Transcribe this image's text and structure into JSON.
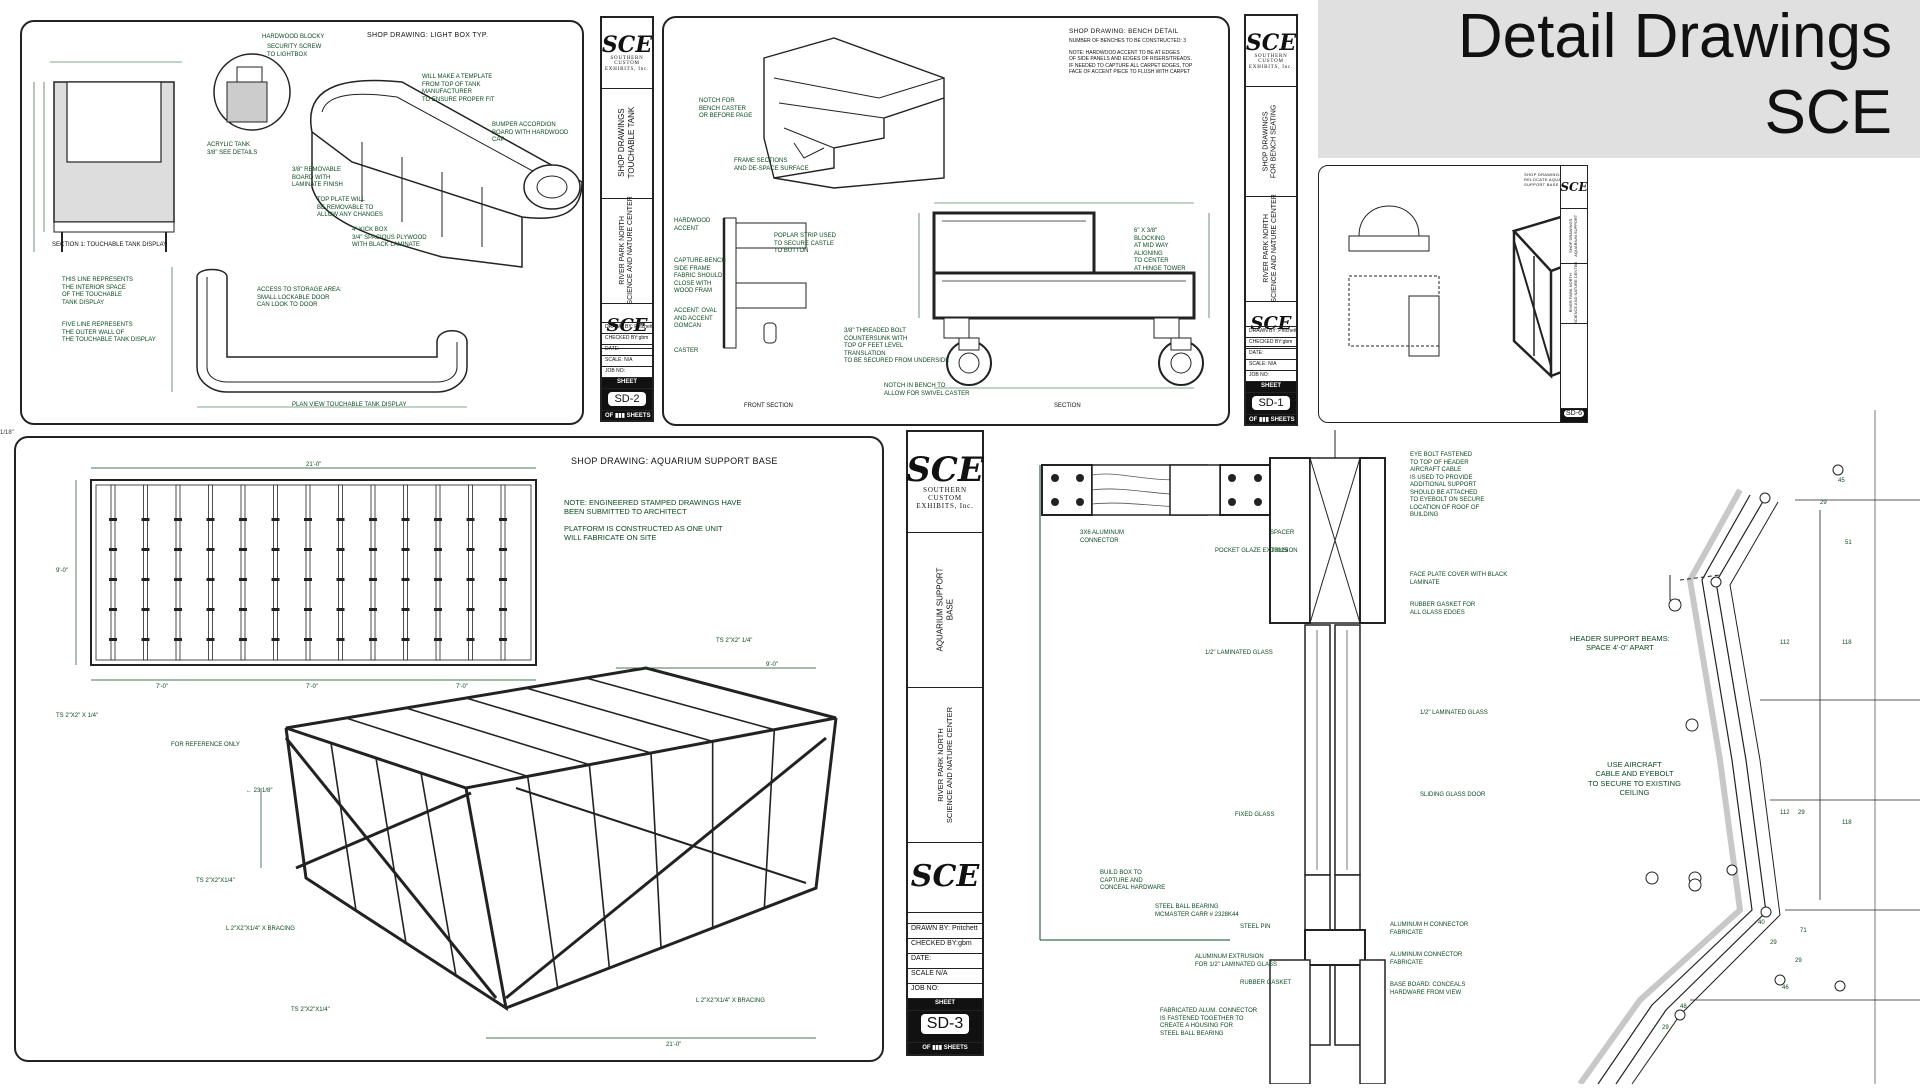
{
  "banner": {
    "line1": "Detail Drawings",
    "line2": "SCE"
  },
  "company": {
    "mono": "SCE",
    "name": "SOUTHERN\nCUSTOM\nEXHIBITS, Inc."
  },
  "project": "RIVER PARK NORTH\nSCIENCE AND NATURE CENTER",
  "sheet_label": "SHEET",
  "of_sheets": "OF ▮▮▮ SHEETS",
  "sd2": {
    "title": "SHOP DRAWING: LIGHT BOX TYP.",
    "vertical": "SHOP DRAWINGS\nTOUCHABLE TANK",
    "drawn": "DRAWN BY: Pritchett",
    "checked": "CHECKED BY:gbm",
    "date": "DATE:",
    "scale": "SCALE: N/A",
    "job": "JOB NO:",
    "sheet": "SD-2",
    "section_label": "SECTION 1: TOUCHABLE TANK DISPLAY",
    "plan_label": "PLAN VIEW TOUCHABLE TANK DISPLAY",
    "notes": [
      "HARDWOOD BLOCKY",
      "SECURITY SCREW\nTO LIGHTBOX",
      "ACRYLIC TANK\n3/8\" SEE DETAILS",
      "3/8\" REMOVABLE\nBOARD WITH\nLAMINATE FINISH",
      "TOP PLATE WILL\nBE REMOVABLE TO\nALLOW ANY CHANGES",
      "4\" KICK BOX\n3/4\" SPACIOUS PLYWOOD\nWITH BLACK LAMINATE",
      "WILL MAKE A TEMPLATE\nFROM TOP OF TANK\nMANUFACTURER\nTO ENSURE PROPER FIT",
      "BUMPER ACCORDION\nBOARD WITH HARDWOOD CAP",
      "THIS LINE REPRESENTS\nTHE INTERIOR SPACE\nOF THE TOUCHABLE\nTANK DISPLAY",
      "ACCESS TO STORAGE AREA:\nSMALL LOCKABLE DOOR\nCAN LOOK TO DOOR",
      "FIVE LINE REPRESENTS\nTHE OUTER WALL OF\nTHE TOUCHABLE TANK DISPLAY"
    ]
  },
  "sd1": {
    "title": "SHOP DRAWING: BENCH DETAIL",
    "subtitle": "NUMBER OF BENCHES TO BE CONSTRUCTED: 3",
    "vertical": "SHOP DRAWINGS\nFOR BENCH SEATING",
    "drawn": "DRAWN BY: Pritchett",
    "checked": "CHECKED BY:gbm",
    "date": "DATE:",
    "scale": "SCALE: N/A",
    "job": "JOB NO:",
    "sheet": "SD-1",
    "notes": [
      "NOTE: HARDWOOD ACCENT TO BE AT EDGES\nOF SIDE PANELS AND EDGES OF RISERS/TREADS.\nIF NEEDED TO CAPTURE ALL CARPET EDGES, TOP\nFACE OF ACCENT PIECE TO FLUSH WITH CARPET",
      "NOTCH FOR\nBENCH CASTER\nOR BEFORE PAGE",
      "FRAME SECTIONS\nAND DE-SPACE SURFACE",
      "HARDWOOD\nACCENT",
      "POPLAR STRIP USED\nTO SECURE CASTLE\nTO BUTTON",
      "CAPTURE-BENCH\nSIDE FRAME\nFABRIC SHOULD\nCLOSE WITH\nWOOD FRAM",
      "ACCENT: OVAL\nAND ACCENT\nGOMCAN",
      "CASTER",
      "3/8\" THREADED BOLT\nCOUNTERSUNK WITH\nTOP OF FEET LEVEL\nTRANSLATION\nTO BE SECURED FROM UNDERSIDE",
      "NOTCH IN BENCH TO\nALLOW FOR SWIVEL CASTER",
      "6\" X 3/8\"\nBLOCKING\nAT MID WAY\nALIGNING\nTO CENTER\nAT HINGE TOWER",
      "FRONT SECTION",
      "SECTION"
    ]
  },
  "sd6": {
    "title": "SHOP DRAWING: RELOCATE AQUARIUM SUPPORT BASE",
    "vertical": "SHOP DRAWINGS\nAQUARIUM SUPPORT",
    "project_vertical": "RIVER PARK NORTH\nSCIENCE AND NATURE CENTER",
    "sheet": "SD-6"
  },
  "sd3": {
    "title": "SHOP DRAWING: AQUARIUM SUPPORT BASE",
    "vertical": "AQUARIUM SUPPORT\nBASE",
    "project_vertical": "RIVER PARK NORTH\nSCIENCE AND NATURE CENTER",
    "drawn": "DRAWN BY: Pritchett",
    "checked": "CHECKED BY:gbm",
    "date": "DATE:",
    "scale": "SCALE    N/A",
    "job": "JOB NO:",
    "sheet": "SD-3",
    "note1": "NOTE: ENGINEERED STAMPED DRAWINGS HAVE\nBEEN SUBMITTED TO ARCHITECT",
    "note2": "PLATFORM IS CONSTRUCTED AS ONE UNIT\nWILL FABRICATE ON SITE",
    "labels": {
      "top_width": "21'-0\"",
      "height": "9'-0\"",
      "bottom_dims": "7'-0\"",
      "ts_side": "TS 2\"X2\" X 1/4\"",
      "ts_top": "TS 2\"X2\" 1/4\"",
      "nine": "9'-0\"",
      "ref": "FOR REFERENCE ONLY",
      "height_iso": "← 23 1/8\"",
      "ts_iso1": "TS 2\"X2\"X1/4\"",
      "bracing1": "L 2\"X2\"X1/4\" X BRACING",
      "bracing2": "L 2\"X2\"X1/4\" X BRACING",
      "ts_iso2": "TS 2\"X2\"X1/4\"",
      "bottom_width": "21'-0\""
    }
  },
  "door_detail": {
    "labels": [
      "3X6 ALUMINUM\nCONNECTOR",
      "SPACER",
      "POCKET GLAZE EXTRUSION",
      "D3025",
      "EYE BOLT FASTENED\nTO TOP OF HEADER\nAIRCRAFT CABLE\nIS USED TO PROVIDE\nADDITIONAL SUPPORT\nSHOULD BE ATTACHED\nTO EYEBOLT ON SECURE\nLOCATION OF ROOF OF\nBUILDING",
      "FACE PLATE COVER WITH BLACK\nLAMINATE",
      "RUBBER GASKET FOR\nALL GLASS EDGES",
      "1/2\" LAMINATED GLASS",
      "1/2\" LAMINATED GLASS",
      "SLIDING GLASS DOOR",
      "FIXED GLASS",
      "BUILD BOX TO\nCAPTURE AND\nCONCEAL HARDWARE",
      "STEEL BALL BEARING\nMCMASTER CARR # 2328K44",
      "STEEL PIN",
      "ALUMINUM H CONNECTOR\nFABRICATE",
      "ALUMINUM EXTRUSION\nFOR 1/2\" LAMINATED GLASS",
      "ALUMINUM CONNECTOR\nFABRICATE",
      "RUBBER GASKET",
      "BASE BOARD: CONCEALS\nHARDWARE FROM VIEW",
      "FABRICATED ALUM. CONNECTOR\nIS FASTENED TOGETHER TO\nCREATE A HOUSING FOR\nSTEEL BALL BEARING"
    ]
  },
  "plan_detail": {
    "header_beams": "HEADER SUPPORT BEAMS:\nSPACE 4'-0\" APART",
    "aircraft": "USE AIRCRAFT\nCABLE AND EYEBOLT\nTO SECURE TO EXISTING\nCEILING",
    "dims": [
      "45",
      "29",
      "51",
      "112",
      "118",
      "112",
      "29",
      "118",
      "71",
      "40",
      "29",
      "29",
      "46",
      "48",
      "29"
    ]
  },
  "margin_mark": "1/18\""
}
